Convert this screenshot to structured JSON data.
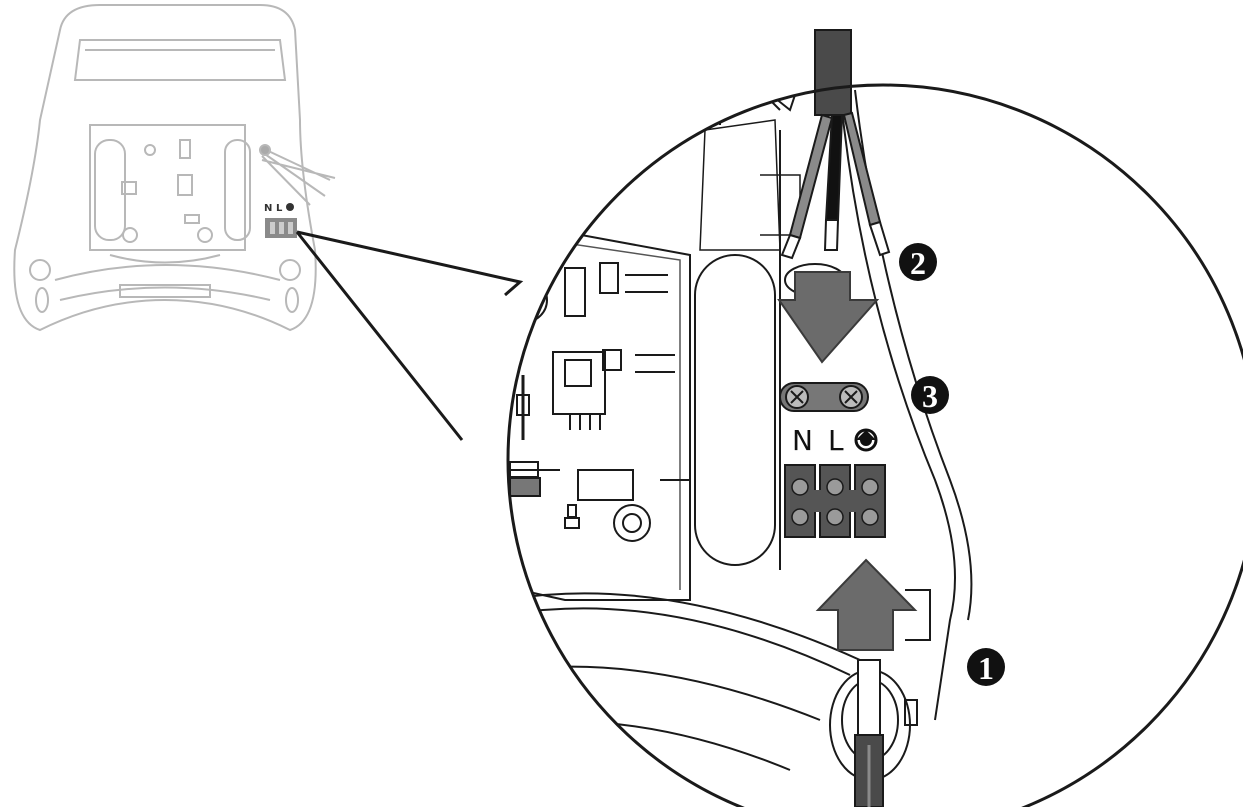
{
  "figure": {
    "steps": [
      {
        "id": "1",
        "label": "1"
      },
      {
        "id": "2",
        "label": "2"
      },
      {
        "id": "3",
        "label": "3"
      }
    ],
    "terminal_labels": {
      "neutral": "N",
      "live": "L"
    },
    "overview_labels": {
      "neutral": "N",
      "live": "L"
    },
    "icons": {
      "earth": "earth-symbol-icon",
      "arrow_down": "arrow-down-icon",
      "arrow_up": "arrow-up-icon"
    },
    "colors": {
      "line": "#1a1a1a",
      "faint_line": "#b8b8b8",
      "arrow": "#6b6b6b",
      "terminal": "#555555",
      "cable_sheath": "#4a4a4a",
      "wire_black": "#111111",
      "wire_grey": "#8a8a8a",
      "badge": "#111111"
    }
  }
}
